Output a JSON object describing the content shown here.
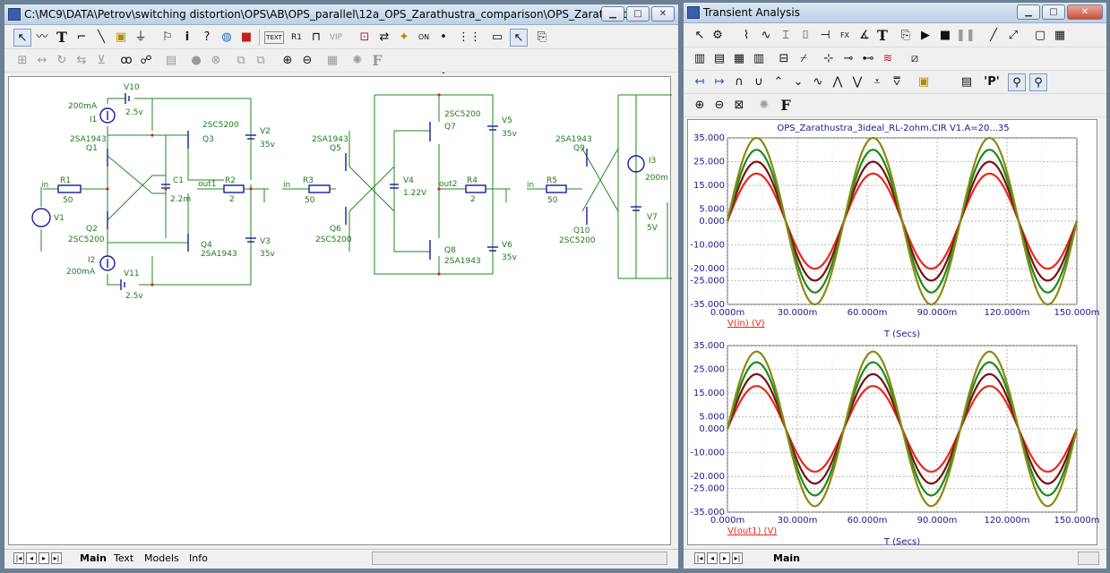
{
  "colors": {
    "titlebar": "#c8d8ea",
    "wire": "#1f8a1f",
    "component": "#1a1aa0",
    "label": "#1f7a1f",
    "grid": "#9a9a9a",
    "trace1": "#e8281c",
    "trace2": "#7a1010",
    "trace3": "#1c8a1c",
    "trace4": "#8a8a10"
  },
  "schematic_window": {
    "title": "C:\\MC9\\DATA\\Petrov\\switching distortion\\OPS\\AB\\OPS_parallel\\12a_OPS_Zarathustra_comparison\\OPS_Zarathustra_3...",
    "tabs": [
      "Main",
      "Text",
      "Models",
      "Info"
    ],
    "active_tab": "Main",
    "toolbar1_icons": [
      "select-arrow-icon",
      "wire-icon",
      "text-icon",
      "wire-corner-icon",
      "line-icon",
      "component-icon",
      "diode-icon",
      "flag-icon",
      "info-icon",
      "help-icon",
      "globe-icon",
      "power-icon",
      "text-label-icon",
      "node-label-icon",
      "probe-icon",
      "voltage-probe-icon",
      "current-icon",
      "arrow-icon",
      "bus-icon",
      "pin-icon",
      "grid-icon",
      "window-icon",
      "cursor-icon",
      "properties-icon"
    ],
    "toolbar2_icons": [
      "align-icon",
      "flip-icon",
      "rotate-icon",
      "mirror-icon",
      "step-icon",
      "find-icon",
      "binoculars-icon",
      "page-icon",
      "stop-icon",
      "cancel-icon",
      "copy-icon",
      "paste-icon",
      "zoom-in-icon",
      "zoom-out-icon",
      "print-icon",
      "settings-icon",
      "font-icon"
    ],
    "components": {
      "I1": {
        "name": "I1",
        "value": "200mA"
      },
      "V10": {
        "name": "V10",
        "value": "2.5v"
      },
      "Q1": {
        "name": "Q1",
        "model": "2SA1943"
      },
      "Q2": {
        "name": "Q2",
        "model": "2SC5200"
      },
      "Q3": {
        "name": "Q3",
        "model": "2SC5200"
      },
      "Q4": {
        "name": "Q4",
        "model": "2SA1943"
      },
      "C1": {
        "name": "C1",
        "value": "2.2m"
      },
      "R1": {
        "name": "R1",
        "value": "50"
      },
      "R2": {
        "name": "R2",
        "value": "2"
      },
      "V1": {
        "name": "V1"
      },
      "V2": {
        "name": "V2",
        "value": "35v"
      },
      "V3": {
        "name": "V3",
        "value": "35v"
      },
      "I2": {
        "name": "I2",
        "value": "200mA"
      },
      "V11": {
        "name": "V11",
        "value": "2.5v"
      },
      "R3": {
        "name": "R3",
        "value": "50"
      },
      "Q5": {
        "name": "Q5",
        "model": "2SA1943"
      },
      "Q6": {
        "name": "Q6",
        "model": "2SC5200"
      },
      "V4": {
        "name": "V4",
        "value": "1.22V"
      },
      "Q7": {
        "name": "Q7",
        "model": "2SC5200"
      },
      "Q8": {
        "name": "Q8",
        "model": "2SA1943"
      },
      "R4": {
        "name": "R4",
        "value": "2"
      },
      "V5": {
        "name": "V5",
        "value": "35v"
      },
      "V6": {
        "name": "V6",
        "value": "35v"
      },
      "R5": {
        "name": "R5",
        "value": "50"
      },
      "Q9": {
        "name": "Q9",
        "model": "2SA1943"
      },
      "Q10": {
        "name": "Q10",
        "model": "2SC5200"
      },
      "I3": {
        "name": "I3",
        "value": "200m"
      },
      "V7": {
        "name": "V7",
        "value": "5V"
      }
    },
    "nodes": {
      "in1": "in",
      "out1": "out1",
      "in2": "in",
      "out2": "out2",
      "in3": "in"
    }
  },
  "analysis_window": {
    "title": "Transient Analysis",
    "tabs": [
      "Main"
    ],
    "plot_title": "OPS_Zarathustra_3ideal_RL-2ohm.CIR V1.A=20...35",
    "toolbar1_icons": [
      "select-arrow-icon",
      "component-icon",
      "scale-icon",
      "data-points-icon",
      "tokens-icon",
      "horizontal-axis-icon",
      "vertical-axis-icon",
      "formula-icon",
      "label-icon",
      "text-icon",
      "properties-icon",
      "run-icon",
      "stop-icon",
      "pause-icon",
      "line-icon",
      "ray-icon",
      "box-icon",
      "grid-icon"
    ],
    "toolbar2_icons": [
      "layout-1-icon",
      "layout-2-icon",
      "layout-3-icon",
      "layout-4-icon",
      "layout-5-icon",
      "cursor-icon",
      "peak-icon",
      "valley-icon",
      "slope-icon",
      "export-icon"
    ],
    "toolbar3_icons": [
      "cursor-left-icon",
      "cursor-right-icon",
      "peak-icon",
      "valley-icon",
      "high-icon",
      "low-icon",
      "inflection-icon",
      "global-high-icon",
      "global-low-icon",
      "top-icon",
      "bottom-icon",
      "legend-icon",
      "table-icon",
      "p-icon",
      "tag-icon",
      "tag-2-icon"
    ],
    "toolbar4_icons": [
      "zoom-in-icon",
      "zoom-out-icon",
      "zoom-box-icon",
      "settings-icon",
      "font-icon"
    ]
  },
  "chart_data": [
    {
      "type": "line",
      "title": "OPS_Zarathustra_3ideal_RL-2ohm.CIR V1.A=20...35",
      "xlabel": "T (Secs)",
      "ylabel": "V(in) (V)",
      "xlim": [
        0,
        150
      ],
      "ylim": [
        -35,
        35
      ],
      "x_ticks": [
        "0.000m",
        "30.000m",
        "60.000m",
        "90.000m",
        "120.000m",
        "150.000m"
      ],
      "y_ticks": [
        "35.000",
        "25.000",
        "15.000",
        "5.000",
        "0.000",
        "-10.000",
        "-20.000",
        "-25.000",
        "-35.000"
      ],
      "y_tick_values": [
        35,
        25,
        15,
        5,
        0,
        -10,
        -20,
        -25,
        -35
      ],
      "grid": true,
      "period_ms": 50,
      "series": [
        {
          "amplitude": 20,
          "color": "#e8281c"
        },
        {
          "amplitude": 25,
          "color": "#7a1010"
        },
        {
          "amplitude": 30,
          "color": "#1c8a1c"
        },
        {
          "amplitude": 35,
          "color": "#8a8a10"
        }
      ]
    },
    {
      "type": "line",
      "title": "",
      "xlabel": "T (Secs)",
      "ylabel": "V(out1) (V)",
      "xlim": [
        0,
        150
      ],
      "ylim": [
        -35,
        35
      ],
      "x_ticks": [
        "0.000m",
        "30.000m",
        "60.000m",
        "90.000m",
        "120.000m",
        "150.000m"
      ],
      "y_ticks": [
        "35.000",
        "25.000",
        "15.000",
        "5.000",
        "0.000",
        "-10.000",
        "-20.000",
        "-25.000",
        "-35.000"
      ],
      "y_tick_values": [
        35,
        25,
        15,
        5,
        0,
        -10,
        -20,
        -25,
        -35
      ],
      "grid": true,
      "period_ms": 50,
      "series": [
        {
          "amplitude": 18,
          "color": "#e8281c"
        },
        {
          "amplitude": 23,
          "color": "#7a1010"
        },
        {
          "amplitude": 28,
          "color": "#1c8a1c"
        },
        {
          "amplitude": 32.5,
          "color": "#8a8a10"
        }
      ]
    }
  ]
}
